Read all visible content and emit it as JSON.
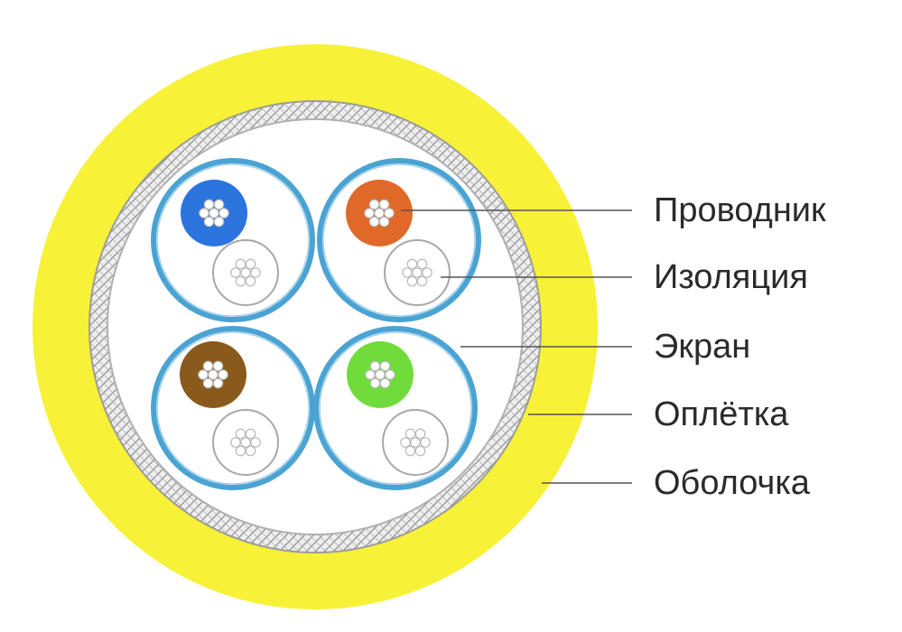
{
  "labels": {
    "conductor": "Проводник",
    "insulation": "Изоляция",
    "shield": "Экран",
    "braid": "Оплётка",
    "jacket": "Оболочка"
  },
  "pairs": [
    {
      "position": "top-left",
      "colored_wire": "blue",
      "color": "#2b74dd"
    },
    {
      "position": "top-right",
      "colored_wire": "orange",
      "color": "#e0692a"
    },
    {
      "position": "bottom-left",
      "colored_wire": "brown",
      "color": "#8a5a1c"
    },
    {
      "position": "bottom-right",
      "colored_wire": "green",
      "color": "#6fdc3c"
    }
  ],
  "colors": {
    "jacket": "#f7f137",
    "braid": "#d9d9d9",
    "shield": "#4aa3d2",
    "white_wire": "#ffffff",
    "leader_line": "#555555"
  }
}
